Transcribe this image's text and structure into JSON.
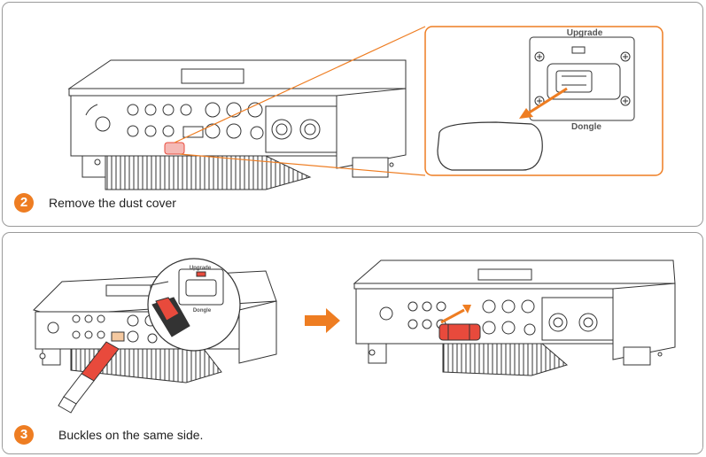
{
  "step2": {
    "number": "2",
    "caption": "Remove the dust cover",
    "inset_label_top": "Upgrade",
    "inset_label_bottom": "Dongle"
  },
  "step3": {
    "number": "3",
    "caption": "Buckles on the same side.",
    "inset_label_top": "Upgrade",
    "inset_label_bottom": "Dongle"
  },
  "colors": {
    "accent": "#ee7d22",
    "panel_border": "#9a9a9a",
    "line": "#333333",
    "dongle_red": "#e84a3c"
  }
}
